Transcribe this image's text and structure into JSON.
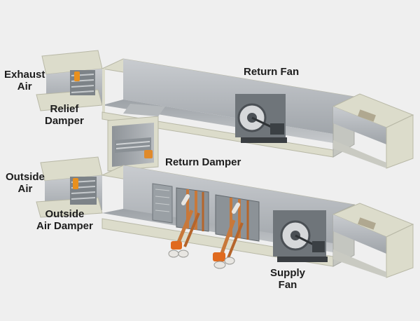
{
  "labels": {
    "exhaust_air": [
      "Exhaust",
      "Air"
    ],
    "relief_damper": [
      "Relief",
      "Damper"
    ],
    "return_fan": "Return Fan",
    "return_damper": "Return Damper",
    "outside_air": [
      "Outside",
      "Air"
    ],
    "outside_air_damper": [
      "Outside",
      "Air Damper"
    ],
    "supply_fan": [
      "Supply",
      "Fan"
    ]
  },
  "colors": {
    "background": "#efefef",
    "duct_top": "#dcdccb",
    "duct_side": "#b9bcbf",
    "duct_interior": "#a9adb1",
    "coil_copper": "#c8783a",
    "valve_orange": "#e06a1e",
    "label_text": "#1d1d1d"
  }
}
